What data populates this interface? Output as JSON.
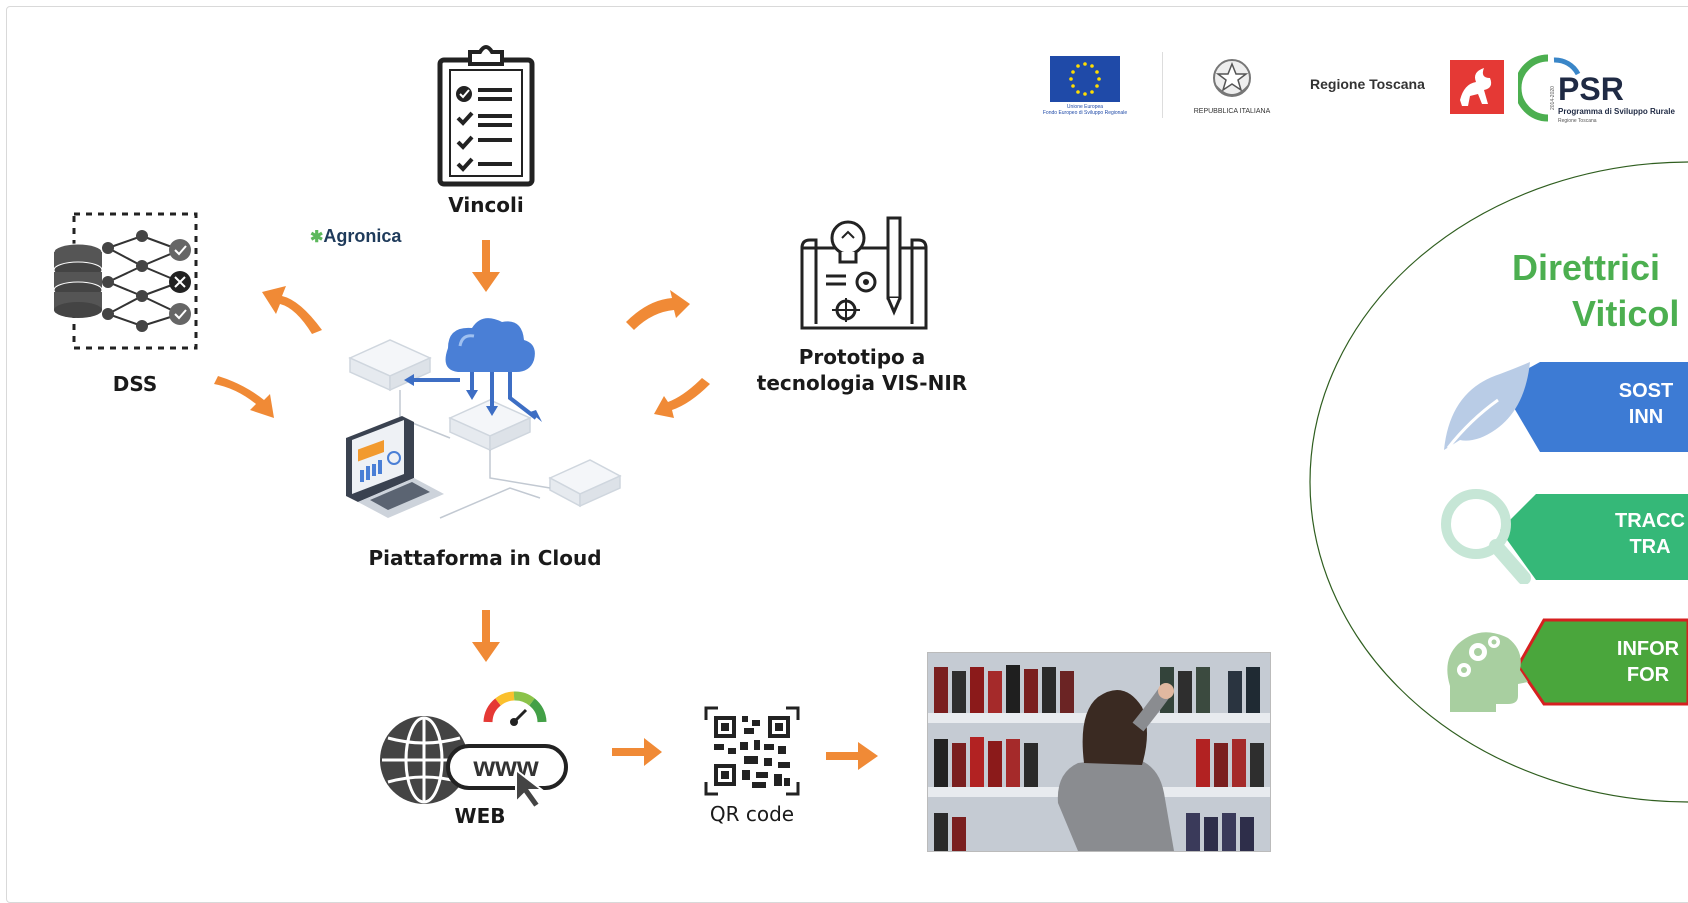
{
  "diagram": {
    "nodes": {
      "vincoli": "Vincoli",
      "agronica": "Agronica",
      "dss": "DSS",
      "prototipo_line1": "Prototipo a",
      "prototipo_line2": "tecnologia VIS-NIR",
      "cloud": "Piattaforma in Cloud",
      "web": "WEB",
      "www": "www",
      "qr": "QR code"
    }
  },
  "logos": {
    "eu_line1": "Unione Europea",
    "eu_line2": "Fondo Europeo di Sviluppo Regionale",
    "italia": "REPUBBLICA ITALIANA",
    "toscana": "Regione Toscana",
    "psr": "PSR",
    "psr_sub": "Programma di Sviluppo Rurale",
    "psr_sub2": "Regione Toscana",
    "psr_years": "2014-2020"
  },
  "panel": {
    "title_line1": "Direttrici",
    "title_line2": "Viticol",
    "items": [
      {
        "line1": "SOST",
        "line2": "INN"
      },
      {
        "line1": "TRACC",
        "line2": "TRA"
      },
      {
        "line1": "INFOR",
        "line2": "FOR"
      }
    ]
  },
  "colors": {
    "arrow": "#f08a36",
    "green_title": "#4caf50",
    "ribbon_blue": "#3d7bd4",
    "ribbon_teal": "#35b878",
    "ribbon_green": "#4aa63c",
    "ribbon_border_red": "#d62020"
  }
}
